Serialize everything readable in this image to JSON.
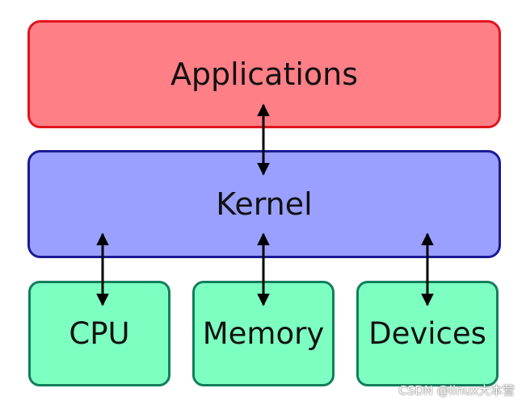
{
  "diagram": {
    "top_layer": {
      "label": "Applications",
      "fill": "#ff7f86",
      "stroke": "#e0151f"
    },
    "middle_layer": {
      "label": "Kernel",
      "fill": "#9aa0ff",
      "stroke": "#1a1a96"
    },
    "hardware": [
      {
        "label": "CPU"
      },
      {
        "label": "Memory"
      },
      {
        "label": "Devices"
      }
    ],
    "hardware_fill": "#7dffc1",
    "hardware_stroke": "#117e5c",
    "arrows": [
      {
        "from": "Applications",
        "to": "Kernel",
        "direction": "bidirectional"
      },
      {
        "from": "Kernel",
        "to": "CPU",
        "direction": "bidirectional"
      },
      {
        "from": "Kernel",
        "to": "Memory",
        "direction": "bidirectional"
      },
      {
        "from": "Kernel",
        "to": "Devices",
        "direction": "bidirectional"
      }
    ]
  },
  "watermark": "CSDN @linux大本营"
}
